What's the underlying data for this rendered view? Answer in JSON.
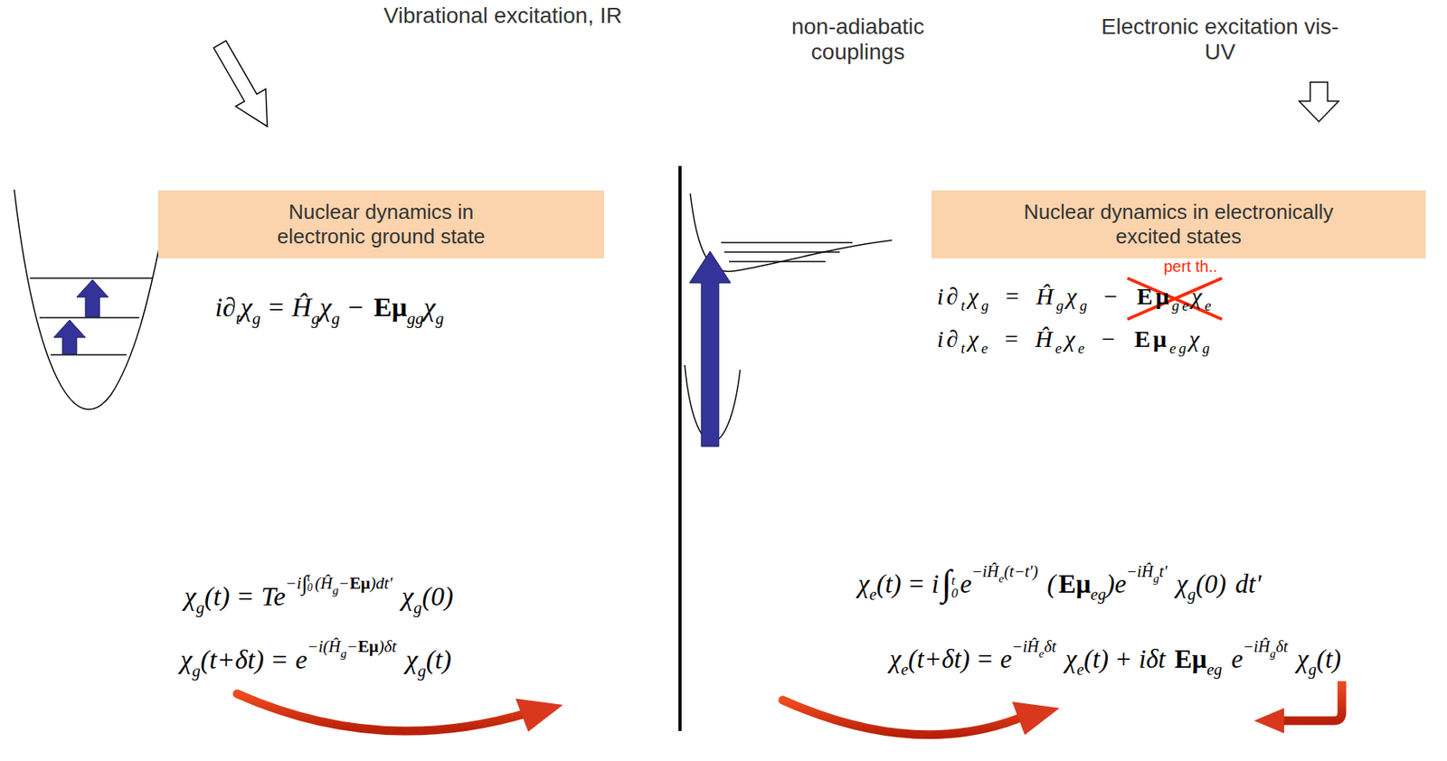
{
  "diagram": {
    "nodes": [
      {
        "text": [
          "Nuclear dynamics in electronic ground state"
        ]
      },
      {
        "text": [
          "Nuclear dynamics in electronically excited states"
        ]
      }
    ],
    "labels": [
      "Vibrational excitation, IR",
      "non-adiabatic couplings",
      "Electronic excitation vis-UV",
      "pert th..",
      "i∂",
      "t",
      "χ",
      "g",
      "=",
      "Ĥ",
      "g",
      "χ",
      "g",
      "−",
      "Eμ",
      "gg",
      "χ",
      "g",
      "i∂",
      "t",
      "χ",
      "g",
      "=",
      "Ĥ",
      "g",
      "χ",
      "g",
      "−",
      "Eμ",
      "ge",
      "χ",
      "e",
      "i∂",
      "t",
      "χ",
      "e",
      "=",
      "Ĥ",
      "e",
      "χ",
      "e",
      "−",
      "Eμ",
      "eg",
      "χ",
      "g",
      "χ",
      "g",
      "(t)",
      "=",
      "Te",
      "−i",
      "∫",
      "t",
      "0",
      "(Ĥ",
      "g",
      "−",
      "Eμ",
      ")dt'",
      "χ",
      "g",
      "(0)",
      "χ",
      "g",
      "(t+δt)",
      "=",
      "e",
      "−i(Ĥ",
      "g",
      "−",
      "Eμ",
      ")δt",
      "χ",
      "g",
      "(t)",
      "χ",
      "e",
      "(t)",
      "=",
      "i",
      "∫",
      "t",
      "0",
      "e",
      "−iĤ",
      "e",
      "(t−t')",
      "(",
      "Eμ",
      "eg",
      ")",
      "e",
      "−iĤ",
      "g",
      "t'",
      "χ",
      "g",
      "(0)",
      "dt'",
      "χ",
      "e",
      "(t+δt)",
      "=",
      "e",
      "−iĤ",
      "e",
      "δt",
      "χ",
      "e",
      "(t)",
      "+",
      "iδt",
      "Eμ",
      "eg",
      "e",
      "−iĤ",
      "g",
      "δt",
      "χ",
      "g",
      "(t)"
    ]
  }
}
